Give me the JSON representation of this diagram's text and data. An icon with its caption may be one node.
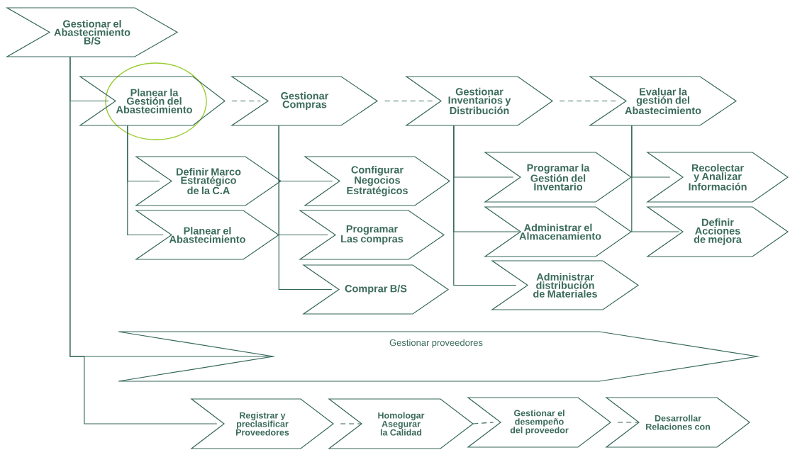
{
  "diagram": {
    "nodes": [
      {
        "text": [
          "Gestionar el Abastecimiento B/S"
        ]
      },
      {
        "text": [
          "Planear la Gestión del Abastecimiento"
        ]
      },
      {
        "text": [
          "Gestionar Compras"
        ]
      },
      {
        "text": [
          "Gestionar Inventarios y Distribución"
        ]
      },
      {
        "text": [
          "Evaluar la gestión del Abastecimiento"
        ]
      },
      {
        "text": [
          "Definir Marco Estratégico de la C.A"
        ]
      },
      {
        "text": [
          "Planear el Abastecimiento"
        ]
      },
      {
        "text": [
          "Configurar Negocios Estratégicos"
        ]
      },
      {
        "text": [
          "Programar Las compras"
        ]
      },
      {
        "text": [
          "Comprar B/S"
        ]
      },
      {
        "text": [
          "Programar la Gestión del Inventario"
        ]
      },
      {
        "text": [
          "Administrar el Almacenamiento"
        ]
      },
      {
        "text": [
          "Administrar distribución de Materiales"
        ]
      },
      {
        "text": [
          "Recolectar y Analizar Información"
        ]
      },
      {
        "text": [
          "Definir Acciones de mejora"
        ]
      },
      {
        "text": [
          "Gestionar proveedores"
        ]
      },
      {
        "text": [
          "Registrar y preclasificar Proveedores"
        ]
      },
      {
        "text": [
          "Homologar Asegurar la Calidad"
        ]
      },
      {
        "text": [
          "Gestionar el desempeño del proveedor"
        ]
      },
      {
        "text": [
          "Desarrollar Relaciones con"
        ]
      }
    ],
    "edges": [
      {
        "from": 0,
        "to": 1,
        "arrow": "none"
      },
      {
        "from": 0,
        "to": 15,
        "arrow": "none"
      },
      {
        "from": 0,
        "to": 16,
        "arrow": "none"
      },
      {
        "from": 1,
        "to": 2,
        "arrow": "none",
        "style": "dashed"
      },
      {
        "from": 2,
        "to": 3,
        "arrow": "none",
        "style": "dashed"
      },
      {
        "from": 3,
        "to": 4,
        "arrow": "none",
        "style": "dashed"
      },
      {
        "from": 1,
        "to": 5,
        "arrow": "none"
      },
      {
        "from": 1,
        "to": 6,
        "arrow": "none"
      },
      {
        "from": 2,
        "to": 7,
        "arrow": "none"
      },
      {
        "from": 2,
        "to": 8,
        "arrow": "none"
      },
      {
        "from": 2,
        "to": 9,
        "arrow": "none"
      },
      {
        "from": 3,
        "to": 10,
        "arrow": "none"
      },
      {
        "from": 3,
        "to": 11,
        "arrow": "none"
      },
      {
        "from": 3,
        "to": 12,
        "arrow": "none"
      },
      {
        "from": 4,
        "to": 13,
        "arrow": "none"
      },
      {
        "from": 4,
        "to": 14,
        "arrow": "none"
      },
      {
        "from": 16,
        "to": 17,
        "arrow": "none",
        "style": "dashed"
      },
      {
        "from": 17,
        "to": 18,
        "arrow": "none",
        "style": "dashed"
      },
      {
        "from": 18,
        "to": 19,
        "arrow": "none",
        "style": "dashed"
      }
    ]
  }
}
